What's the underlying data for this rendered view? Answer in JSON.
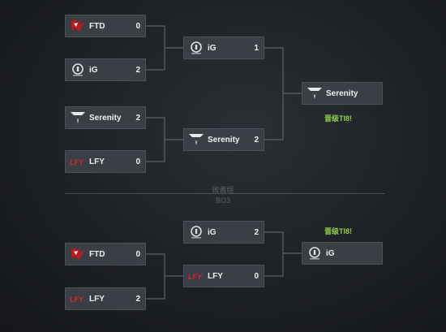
{
  "upper_bracket": {
    "round1": [
      {
        "team": "FTD",
        "score": "0",
        "logo": "ftd-logo"
      },
      {
        "team": "iG",
        "score": "2",
        "logo": "ig-logo"
      },
      {
        "team": "Serenity",
        "score": "2",
        "logo": "serenity-logo"
      },
      {
        "team": "LFY",
        "score": "0",
        "logo": "lfy-logo"
      }
    ],
    "round2": [
      {
        "team": "iG",
        "score": "1",
        "logo": "ig-logo"
      },
      {
        "team": "Serenity",
        "score": "2",
        "logo": "serenity-logo"
      }
    ],
    "winner": {
      "team": "Serenity",
      "logo": "serenity-logo"
    },
    "promo_label": "晋级TI8!"
  },
  "lower_bracket": {
    "title": "败者组",
    "format": "BO3",
    "round1": [
      {
        "team": "FTD",
        "score": "0",
        "logo": "ftd-logo"
      },
      {
        "team": "LFY",
        "score": "2",
        "logo": "lfy-logo"
      }
    ],
    "round2": [
      {
        "team": "iG",
        "score": "2",
        "logo": "ig-logo"
      },
      {
        "team": "LFY",
        "score": "0",
        "logo": "lfy-logo"
      }
    ],
    "winner": {
      "team": "iG",
      "logo": "ig-logo"
    },
    "promo_label": "晋级TI8!"
  },
  "colors": {
    "promo": "#8fd04a",
    "line": "#6a7077",
    "slot_bg": "#3a3f45",
    "lfy_red": "#d9262b",
    "ftd_red": "#c4161c"
  }
}
